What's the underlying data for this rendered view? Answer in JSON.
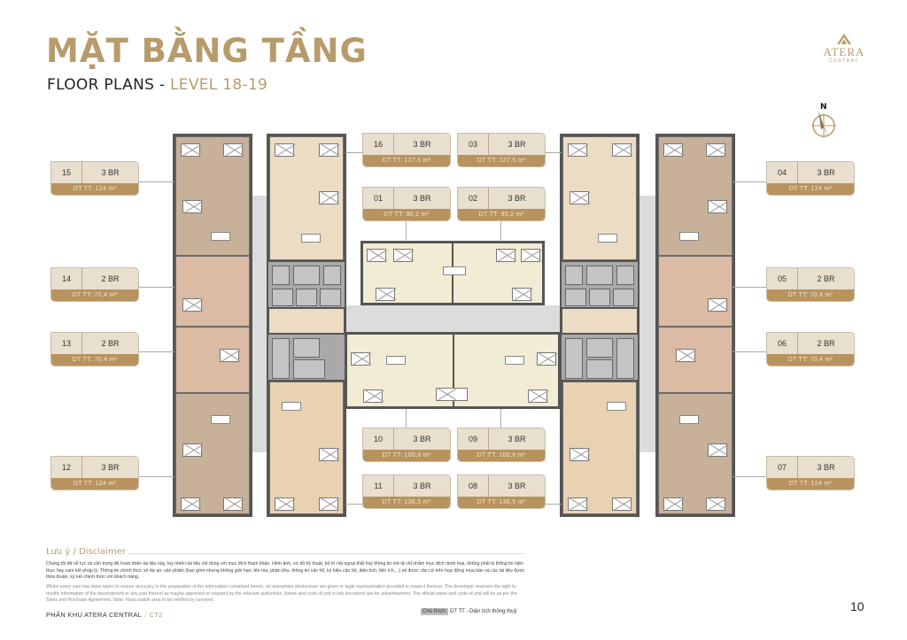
{
  "header": {
    "title_vn": "MẶT BẰNG TẦNG",
    "title_en_prefix": "FLOOR PLANS - ",
    "title_en_level": "LEVEL 18-19"
  },
  "logo": {
    "name": "ATERA",
    "sub": "CENTRAL"
  },
  "compass": {
    "north_label": "N"
  },
  "colors": {
    "accent_gold": "#b89b6c",
    "label_band": "#b8935e",
    "label_bg": "#e8dfcf",
    "core_gray": "#a9a9a9",
    "corridor_gray": "#dcdcdc"
  },
  "units": [
    {
      "id": "15",
      "type": "3 BR",
      "area": "DT TT: 124 m²"
    },
    {
      "id": "14",
      "type": "2 BR",
      "area": "DT TT: 70,4 m²"
    },
    {
      "id": "13",
      "type": "2 BR",
      "area": "DT TT: 70,4 m²"
    },
    {
      "id": "12",
      "type": "3 BR",
      "area": "DT TT: 124 m²"
    },
    {
      "id": "16",
      "type": "3 BR",
      "area": "DT TT: 127,5 m²"
    },
    {
      "id": "03",
      "type": "3 BR",
      "area": "DT TT: 127,5 m²"
    },
    {
      "id": "01",
      "type": "3 BR",
      "area": "DT TT: 90,2 m²"
    },
    {
      "id": "02",
      "type": "3 BR",
      "area": "DT TT: 90,2 m²"
    },
    {
      "id": "10",
      "type": "3 BR",
      "area": "DT TT: 100,8 m²"
    },
    {
      "id": "09",
      "type": "3 BR",
      "area": "DT TT: 100,8 m²"
    },
    {
      "id": "11",
      "type": "3 BR",
      "area": "DT TT: 136,5 m²"
    },
    {
      "id": "08",
      "type": "3 BR",
      "area": "DT TT: 136,5 m²"
    },
    {
      "id": "04",
      "type": "3 BR",
      "area": "DT TT: 124 m²"
    },
    {
      "id": "05",
      "type": "2 BR",
      "area": "DT TT: 70,4 m²"
    },
    {
      "id": "06",
      "type": "2 BR",
      "area": "DT TT: 70,4 m²"
    },
    {
      "id": "07",
      "type": "3 BR",
      "area": "DT TT: 124 m²"
    }
  ],
  "disclaimer": {
    "title": "Lưu ý / Disclaimer",
    "text_vn": "Chúng tôi đã nỗ lực và cẩn trọng để hoàn thiện tài liệu này, tuy nhiên tài liệu chỉ dùng với mục đích tham khảo. Hình ảnh, sơ đồ kỹ thuật, bố trí nội ngoại thất hay thông tin mô tả chỉ nhằm mục đích minh họa, không phải là thông tin hiện thực hay cam kết pháp lý. Thông tin chính thức về dự án, sản phẩm (bao gồm nhưng không giới hạn: tên tòa, phân khu, thông tin căn hộ, ký hiệu căn hộ, diện tích, tiện ích,...) sẽ được căn cứ trên hợp đồng mua bán và các tài liệu được thỏa thuận, ký kết chính thức với khách hàng.",
    "text_en": "Whilst every care has been taken to ensure accuracy in the preparation of the information contained herein, no warranties whatsoever are given or legal representation provided in respect thereon. The developer reserves the right to modify information of the development or any part thereof as maybe approved or required by the relevant authorities. Name and code of unit in this document are for advertisement. The official name and code of unit will be as per the Sales and Purchase Agreement. Note: Final usable area to be verified by surveyor."
  },
  "footer": {
    "zone": "PHÂN KHU ATERA CENTRAL",
    "separator": "/",
    "building": "CT2",
    "legend_key": "Chú thích:",
    "legend_value": "DT TT - Diện tích thông thuỷ",
    "page_number": "10"
  }
}
